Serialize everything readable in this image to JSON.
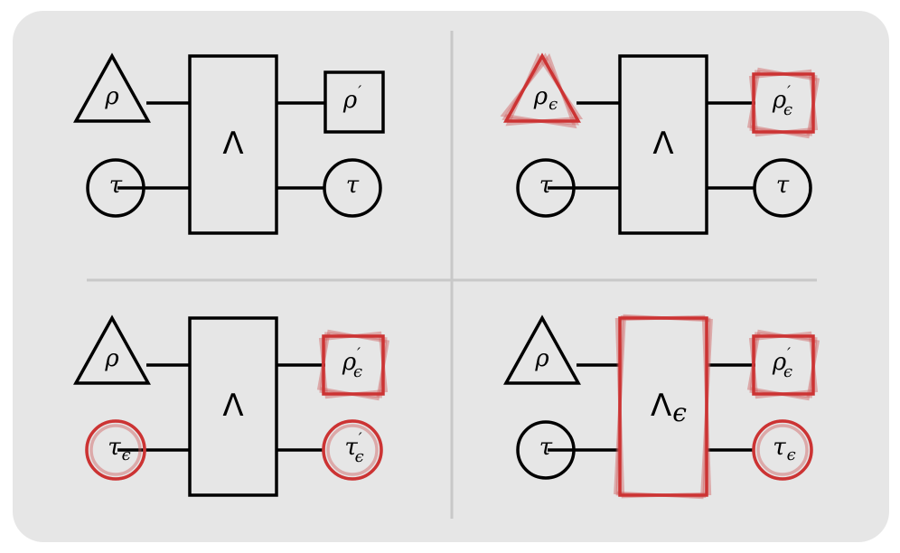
{
  "colors": {
    "background": "#e6e6e6",
    "divider": "#c8c8c8",
    "stroke": "#000000",
    "noise": "#cc3333"
  },
  "panels": [
    {
      "id": "top-left",
      "rho_in": {
        "base": "ρ",
        "prime": "",
        "sub": "",
        "noisy": false
      },
      "tau_in": {
        "base": "τ",
        "prime": "",
        "sub": "",
        "noisy": false
      },
      "channel": {
        "base": "Λ",
        "sub": "",
        "noisy": false
      },
      "rho_out": {
        "base": "ρ",
        "prime": "′",
        "sub": "",
        "noisy": false
      },
      "tau_out": {
        "base": "τ",
        "prime": "",
        "sub": "",
        "noisy": false
      }
    },
    {
      "id": "top-right",
      "rho_in": {
        "base": "ρ",
        "prime": "",
        "sub": "ϵ",
        "noisy": true
      },
      "tau_in": {
        "base": "τ",
        "prime": "",
        "sub": "",
        "noisy": false
      },
      "channel": {
        "base": "Λ",
        "sub": "",
        "noisy": false
      },
      "rho_out": {
        "base": "ρ",
        "prime": "′",
        "sub": "ϵ",
        "noisy": true
      },
      "tau_out": {
        "base": "τ",
        "prime": "",
        "sub": "",
        "noisy": false
      }
    },
    {
      "id": "bottom-left",
      "rho_in": {
        "base": "ρ",
        "prime": "",
        "sub": "",
        "noisy": false
      },
      "tau_in": {
        "base": "τ",
        "prime": "",
        "sub": "ϵ",
        "noisy": true
      },
      "channel": {
        "base": "Λ",
        "sub": "",
        "noisy": false
      },
      "rho_out": {
        "base": "ρ",
        "prime": "′",
        "sub": "ϵ",
        "noisy": true
      },
      "tau_out": {
        "base": "τ",
        "prime": "′",
        "sub": "ϵ",
        "noisy": true
      }
    },
    {
      "id": "bottom-right",
      "rho_in": {
        "base": "ρ",
        "prime": "",
        "sub": "",
        "noisy": false
      },
      "tau_in": {
        "base": "τ",
        "prime": "",
        "sub": "",
        "noisy": false
      },
      "channel": {
        "base": "Λ",
        "sub": "ϵ",
        "noisy": true
      },
      "rho_out": {
        "base": "ρ",
        "prime": "′",
        "sub": "ϵ",
        "noisy": true
      },
      "tau_out": {
        "base": "τ",
        "prime": "",
        "sub": "ϵ",
        "noisy": true
      }
    }
  ]
}
